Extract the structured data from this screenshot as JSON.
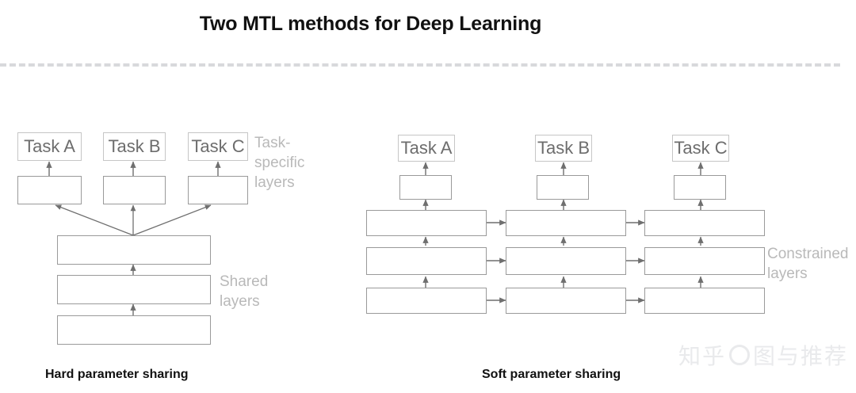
{
  "title": "Two MTL methods for Deep Learning",
  "divider": {
    "style": "dashed",
    "color": "#d8d9dc"
  },
  "watermark": {
    "source": "知乎",
    "author": "图与推荐",
    "logo_icon": "circle-logo-icon"
  },
  "hard_sharing": {
    "caption": "Hard parameter sharing",
    "tasks": [
      {
        "label": "Task A"
      },
      {
        "label": "Task B"
      },
      {
        "label": "Task C"
      }
    ],
    "task_specific_label": "Task-\nspecific\nlayers",
    "shared_label": "Shared\nlayers",
    "task_specific_layer_count": 3,
    "shared_layer_count": 3
  },
  "soft_sharing": {
    "caption": "Soft parameter sharing",
    "tasks": [
      {
        "label": "Task A"
      },
      {
        "label": "Task B"
      },
      {
        "label": "Task C"
      }
    ],
    "constrained_label": "Constrained\nlayers",
    "columns": 3,
    "constrained_rows": 3,
    "task_specific_layer_count": 3
  },
  "colors": {
    "box_border": "#9a9a9a",
    "task_border": "#c6c6c6",
    "task_text": "#6d6d6d",
    "label_text": "#b9b9b9",
    "caption_text": "#111111",
    "arrow": "#6f6f6f",
    "watermark": "#e9eaec"
  }
}
